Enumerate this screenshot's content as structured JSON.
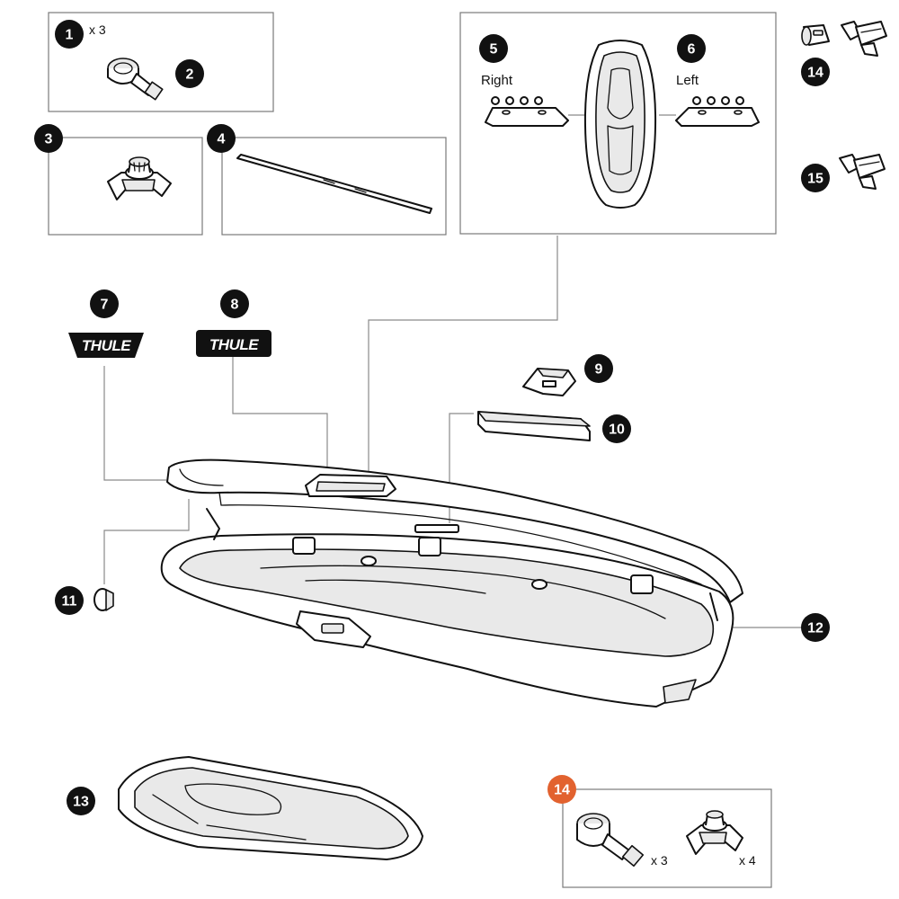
{
  "callouts": [
    {
      "id": "1",
      "label": "1"
    },
    {
      "id": "2",
      "label": "2"
    },
    {
      "id": "3",
      "label": "3"
    },
    {
      "id": "4",
      "label": "4"
    },
    {
      "id": "5",
      "label": "5"
    },
    {
      "id": "6",
      "label": "6"
    },
    {
      "id": "7",
      "label": "7"
    },
    {
      "id": "8",
      "label": "8"
    },
    {
      "id": "9",
      "label": "9"
    },
    {
      "id": "10",
      "label": "10"
    },
    {
      "id": "11",
      "label": "11"
    },
    {
      "id": "12",
      "label": "12"
    },
    {
      "id": "13",
      "label": "13"
    },
    {
      "id": "14a",
      "label": "14"
    },
    {
      "id": "14b",
      "label": "14"
    },
    {
      "id": "15",
      "label": "15"
    }
  ],
  "badge_colors": {
    "default": "#111111",
    "highlight": "#e2622f"
  },
  "quantities": {
    "item1": "x 3",
    "kit_straps": "x 3",
    "kit_clamps": "x 4"
  },
  "labels": {
    "right": "Right",
    "left": "Left"
  },
  "logos": {
    "logo7": "THULE",
    "logo8": "THULE"
  }
}
